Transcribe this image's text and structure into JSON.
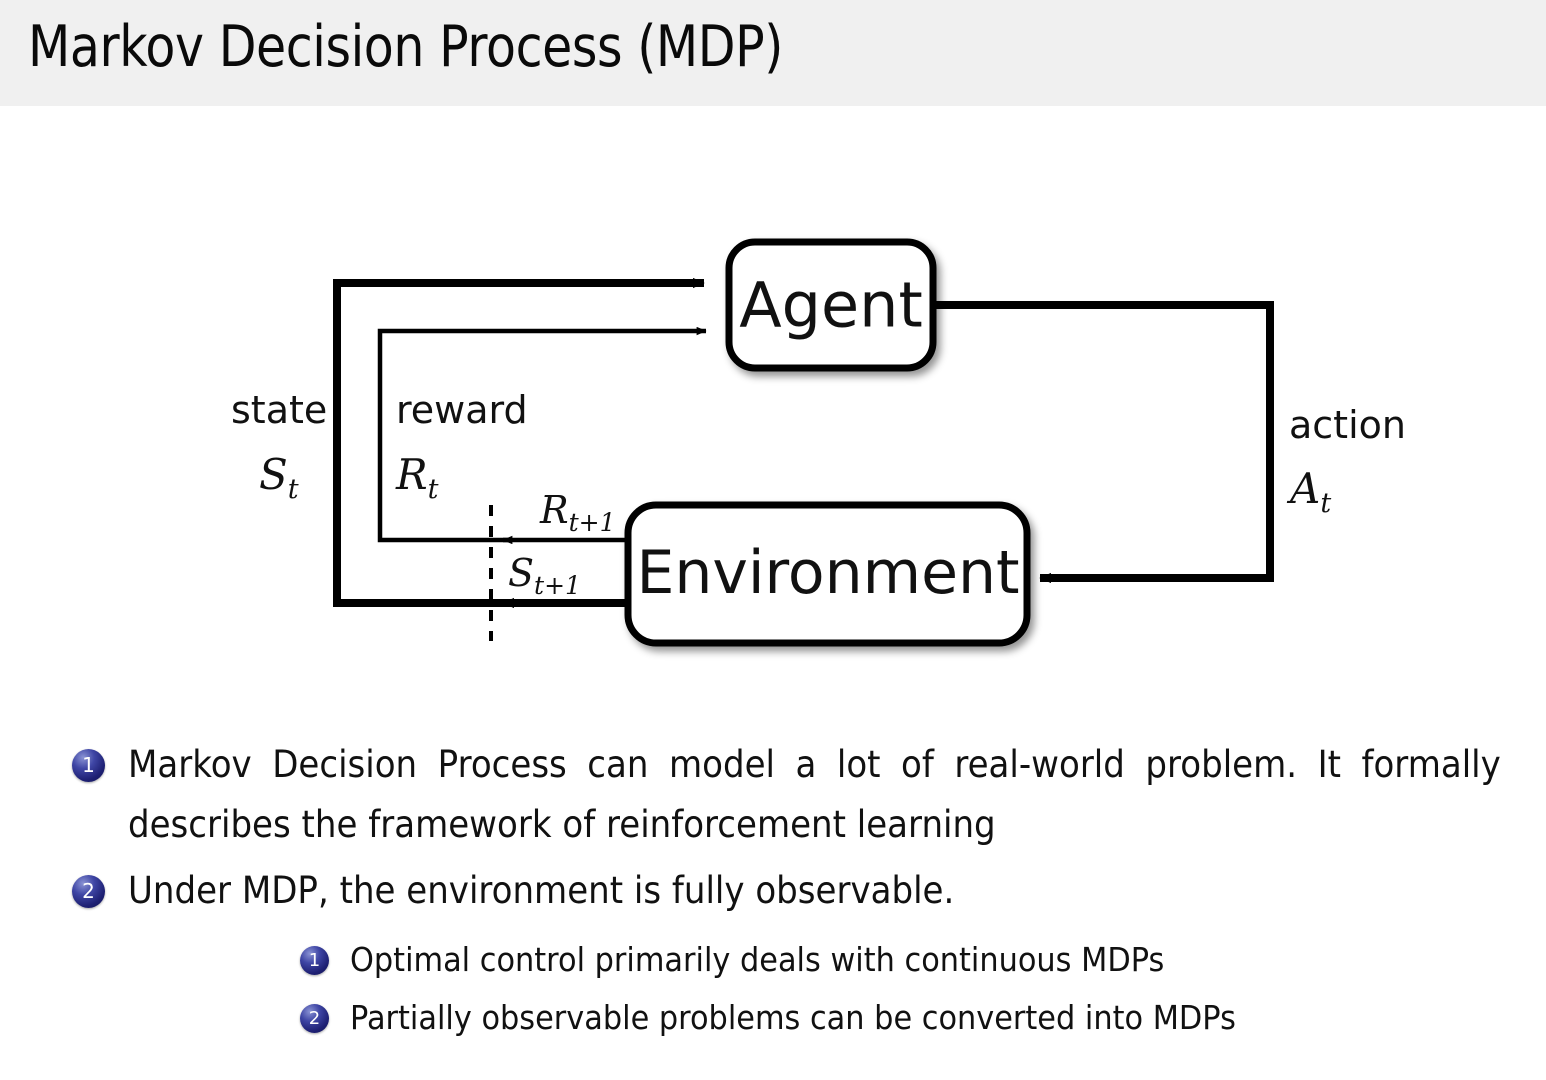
{
  "header": {
    "title": "Markov Decision Process (MDP)",
    "background_color": "#f0f0f0"
  },
  "diagram": {
    "name": "agent-environment-interaction-loop",
    "nodes": [
      {
        "id": "agent",
        "label": "Agent"
      },
      {
        "id": "environment",
        "label": "Environment"
      }
    ],
    "edge_labels": {
      "state_word": "state",
      "state_symbol": "S",
      "state_symbol_sub": "t",
      "reward_word": "reward",
      "reward_symbol": "R",
      "reward_symbol_sub": "t",
      "action_word": "action",
      "action_symbol": "A",
      "action_symbol_sub": "t",
      "reward_next": "R",
      "reward_next_sub": "t+1",
      "state_next": "S",
      "state_next_sub": "t+1"
    },
    "stroke_color": "#000000",
    "box_fill": "#ffffff",
    "divider_style": "dashed"
  },
  "bullets": {
    "marker_color": "#1d1f72",
    "items": [
      {
        "number": "1",
        "text": "Markov Decision Process can model a lot of real-world problem. It formally describes the framework of reinforcement learning",
        "children": []
      },
      {
        "number": "2",
        "text": "Under MDP, the environment is fully observable.",
        "children": [
          {
            "number": "1",
            "text": "Optimal control primarily deals with continuous MDPs"
          },
          {
            "number": "2",
            "text": "Partially observable problems can be converted into MDPs"
          }
        ]
      }
    ]
  }
}
